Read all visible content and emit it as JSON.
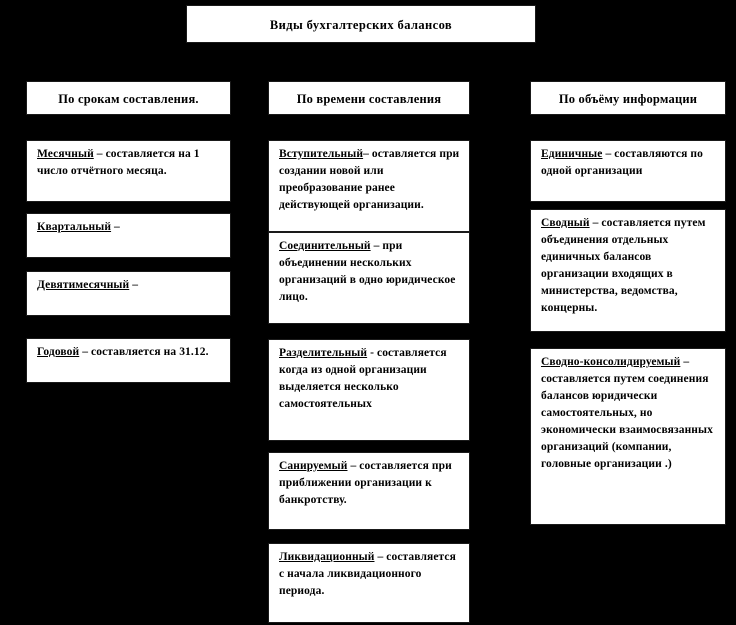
{
  "diagram": {
    "type": "hierarchy-chart",
    "background_color": "#000000",
    "box_fill_color": "#ffffff",
    "text_color": "#000000",
    "title": "Виды бухгалтерских балансов",
    "columns": [
      {
        "id": "by-deadline",
        "header": "По срокам составления.",
        "items": [
          {
            "lead": "Месячный",
            "rest": " – составляется на 1 число отчётного месяца."
          },
          {
            "lead": "Квартальный",
            "rest": " –"
          },
          {
            "lead": "Девятимесячный",
            "rest": " –"
          },
          {
            "lead": "Годовой",
            "rest": " – составляется на 31.12."
          }
        ]
      },
      {
        "id": "by-time",
        "header": "По времени составления",
        "items": [
          {
            "lead": "Вступительный",
            "rest": "– оставляется при создании новой или преобразование ранее действующей организации."
          },
          {
            "lead": "Соединительный",
            "rest": " – при объединении нескольких организаций в одно юридическое лицо."
          },
          {
            "lead": "Разделительный",
            "rest": " - составляется когда из одной организации выделяется несколько самостоятельных"
          },
          {
            "lead": "Санируемый",
            "rest": " – составляется при приближении организации к банкротству."
          },
          {
            "lead": "Ликвидационный",
            "rest": " – составляется с начала ликвидационного периода."
          }
        ]
      },
      {
        "id": "by-volume",
        "header": "По объёму информации",
        "items": [
          {
            "lead": "Единичные",
            "rest": " – составляются по одной организации"
          },
          {
            "lead": "Сводный",
            "rest": " – составляется путем объединения отдельных единичных балансов организации входящих в министерства, ведомства, концерны."
          },
          {
            "lead": "Сводно-консолидируемый",
            "rest": " – составляется путем соединения балансов юридически самостоятельных, но экономически взаимосвязанных организаций (компании, головные организации .)"
          }
        ]
      }
    ]
  }
}
